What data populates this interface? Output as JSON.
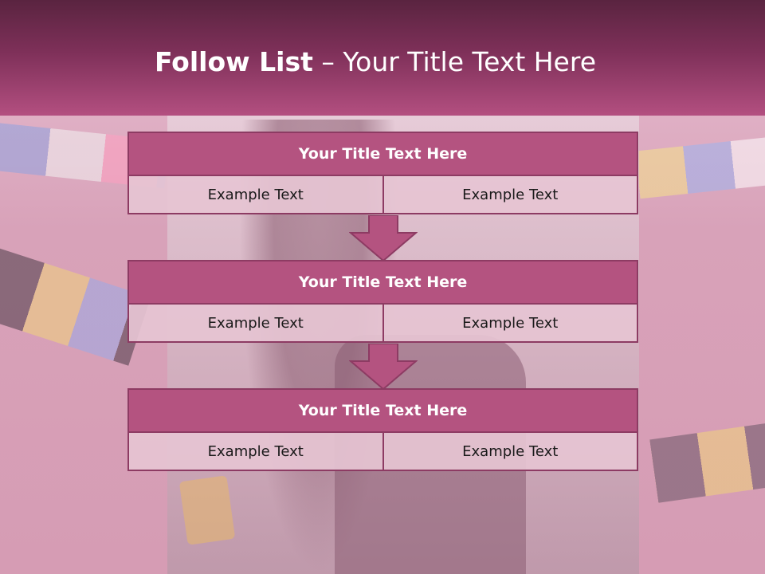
{
  "slide": {
    "title_bold": "Follow List",
    "title_rest": "– Your Title Text Here"
  },
  "blocks": [
    {
      "title": "Your Title Text Here",
      "left": "Example Text",
      "right": "Example Text"
    },
    {
      "title": "Your Title Text Here",
      "left": "Example Text",
      "right": "Example Text"
    },
    {
      "title": "Your Title Text Here",
      "left": "Example Text",
      "right": "Example Text"
    }
  ],
  "colors": {
    "header_dark": "#5a2440",
    "header_light": "#b34f80",
    "block_title": "#b45380",
    "border": "#8d3b63",
    "cell_fill": "#e6c4d2"
  },
  "icons": [
    "down-arrow-icon",
    "down-arrow-icon"
  ]
}
